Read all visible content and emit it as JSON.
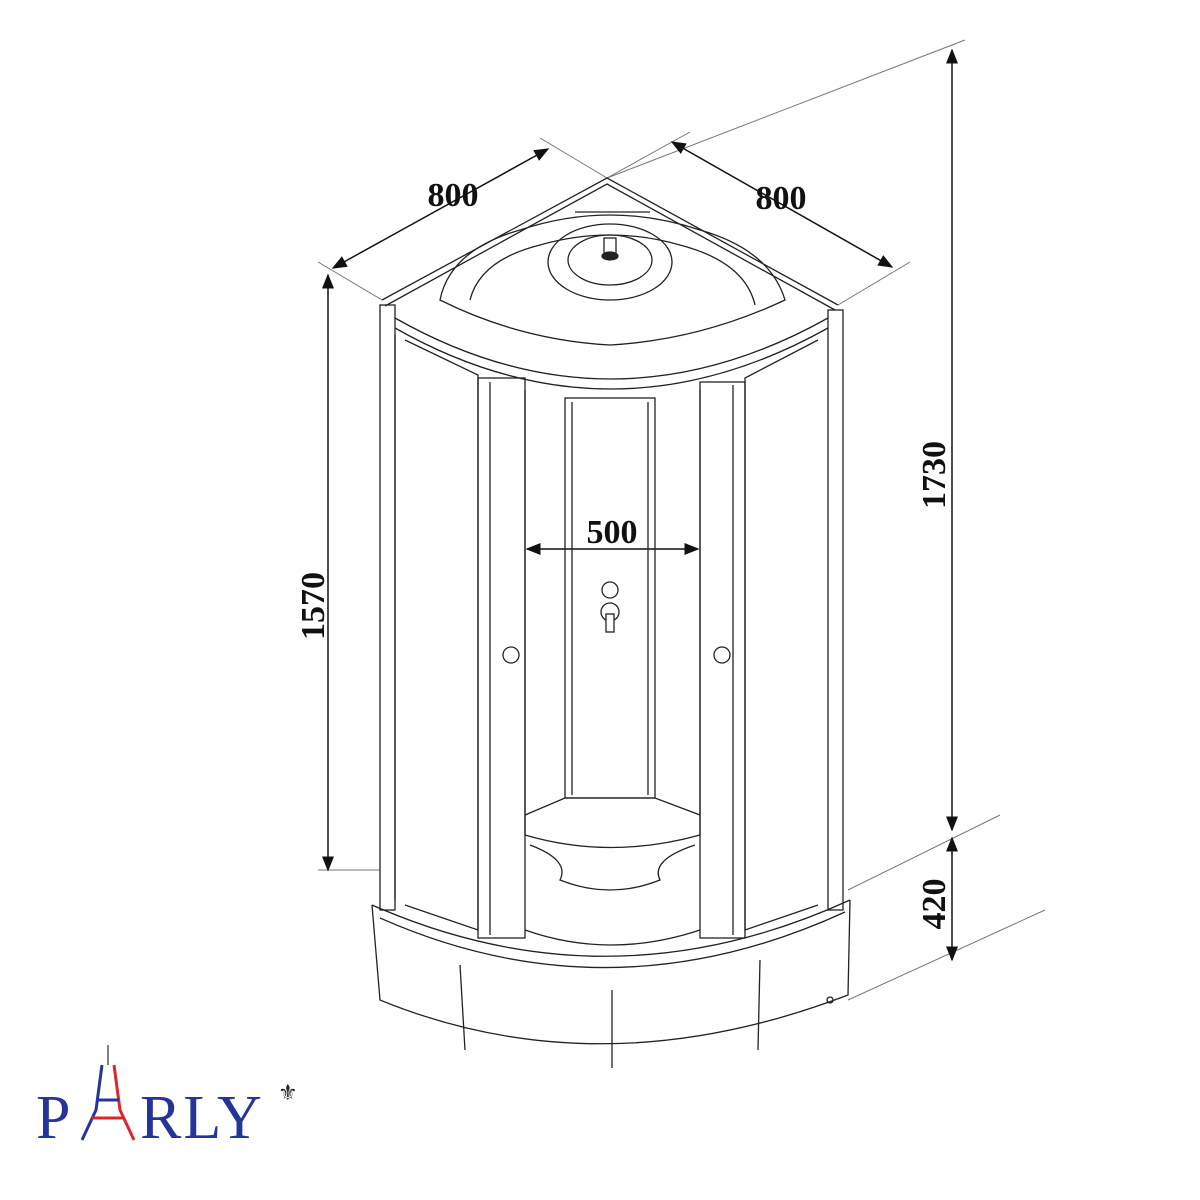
{
  "dimensions": {
    "top_left_width": "800",
    "top_right_depth": "800",
    "total_height": "1730",
    "tray_height": "420",
    "cabin_height": "1570",
    "door_opening": "500"
  },
  "logo": {
    "text": "PARLY",
    "colors": {
      "blue": "#24349a",
      "red": "#d8282e"
    }
  }
}
